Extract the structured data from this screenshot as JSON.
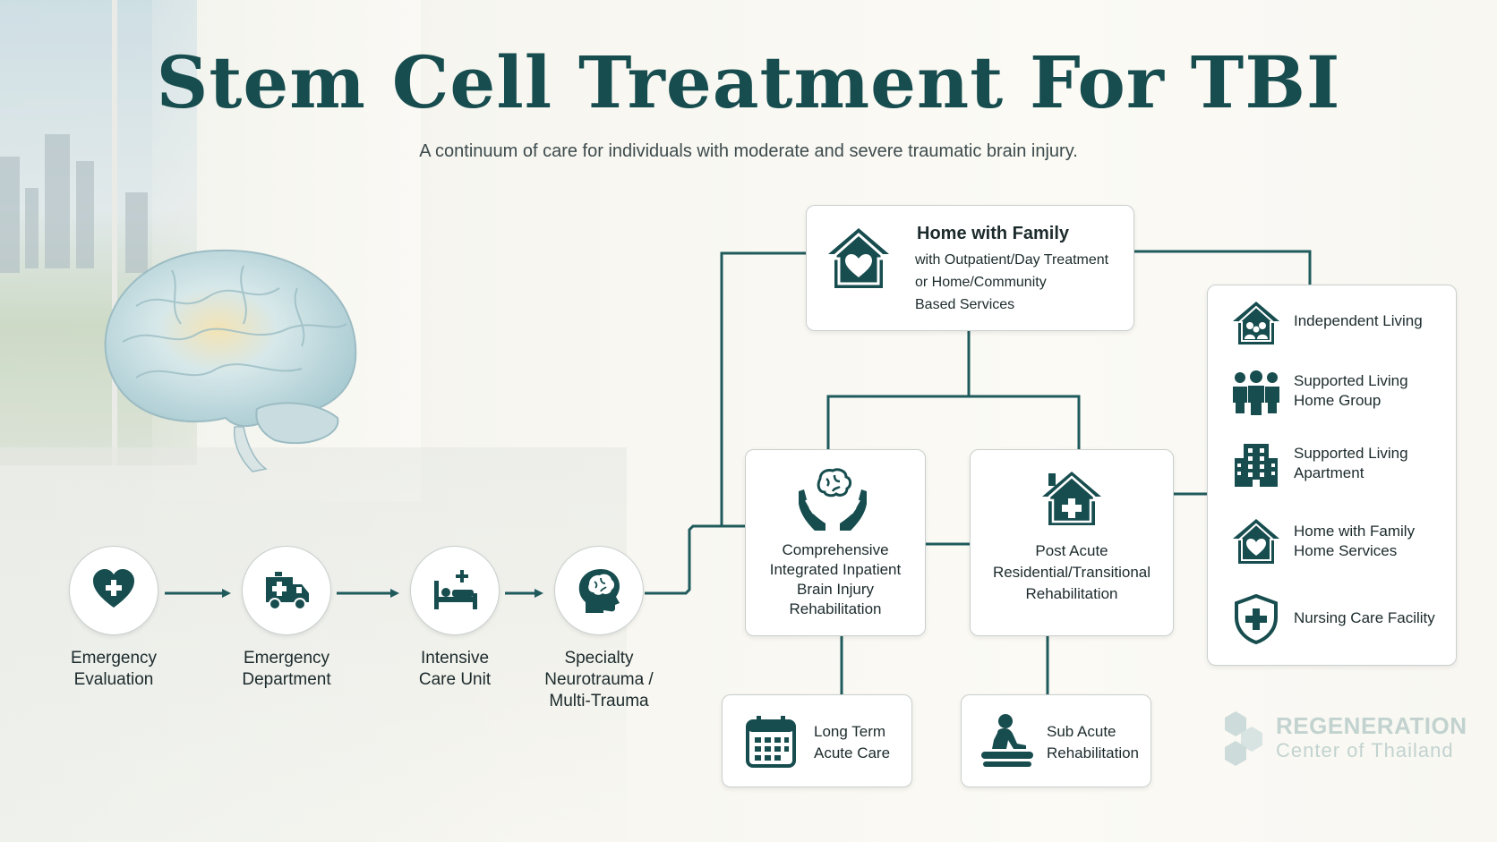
{
  "header": {
    "title": "Stem Cell Treatment For TBI",
    "subtitle": "A continuum of care for individuals with moderate and severe traumatic brain injury."
  },
  "pathway": [
    {
      "label": "Emergency\nEvaluation",
      "icon": "heart-plus-icon"
    },
    {
      "label": "Emergency\nDepartment",
      "icon": "ambulance-icon"
    },
    {
      "label": "Intensive\nCare Unit",
      "icon": "hospital-bed-icon"
    },
    {
      "label": "Specialty\nNeurotrauma /\nMulti-Trauma",
      "icon": "head-brain-icon"
    }
  ],
  "home_family": {
    "title": "Home with Family",
    "detail": "with Outpatient/Day Treatment\nor Home/Community\nBased Services",
    "icon": "house-heart-icon"
  },
  "inpatient": {
    "label": "Comprehensive\nIntegrated Inpatient\nBrain Injury\nRehabilitation",
    "icon": "hands-brain-icon"
  },
  "post_acute": {
    "label": "Post Acute\nResidential/Transitional\nRehabilitation",
    "icon": "house-plus-icon"
  },
  "long_term": {
    "label": "Long Term\nAcute Care",
    "icon": "calendar-icon"
  },
  "sub_acute": {
    "label": "Sub Acute\nRehabilitation",
    "icon": "rehab-person-icon"
  },
  "living_options": [
    {
      "label": "Independent Living",
      "icon": "house-people-icon"
    },
    {
      "label": "Supported Living\nHome Group",
      "icon": "group-people-icon"
    },
    {
      "label": "Supported Living\nApartment",
      "icon": "apartment-icon"
    },
    {
      "label": "Home with Family\nHome Services",
      "icon": "house-heart-icon"
    },
    {
      "label": "Nursing Care Facility",
      "icon": "shield-plus-icon"
    }
  ],
  "logo": {
    "line1": "REGENERATION",
    "line2": "Center of Thailand"
  },
  "colors": {
    "primary": "#174d4f",
    "line": "#1f5a5c"
  }
}
